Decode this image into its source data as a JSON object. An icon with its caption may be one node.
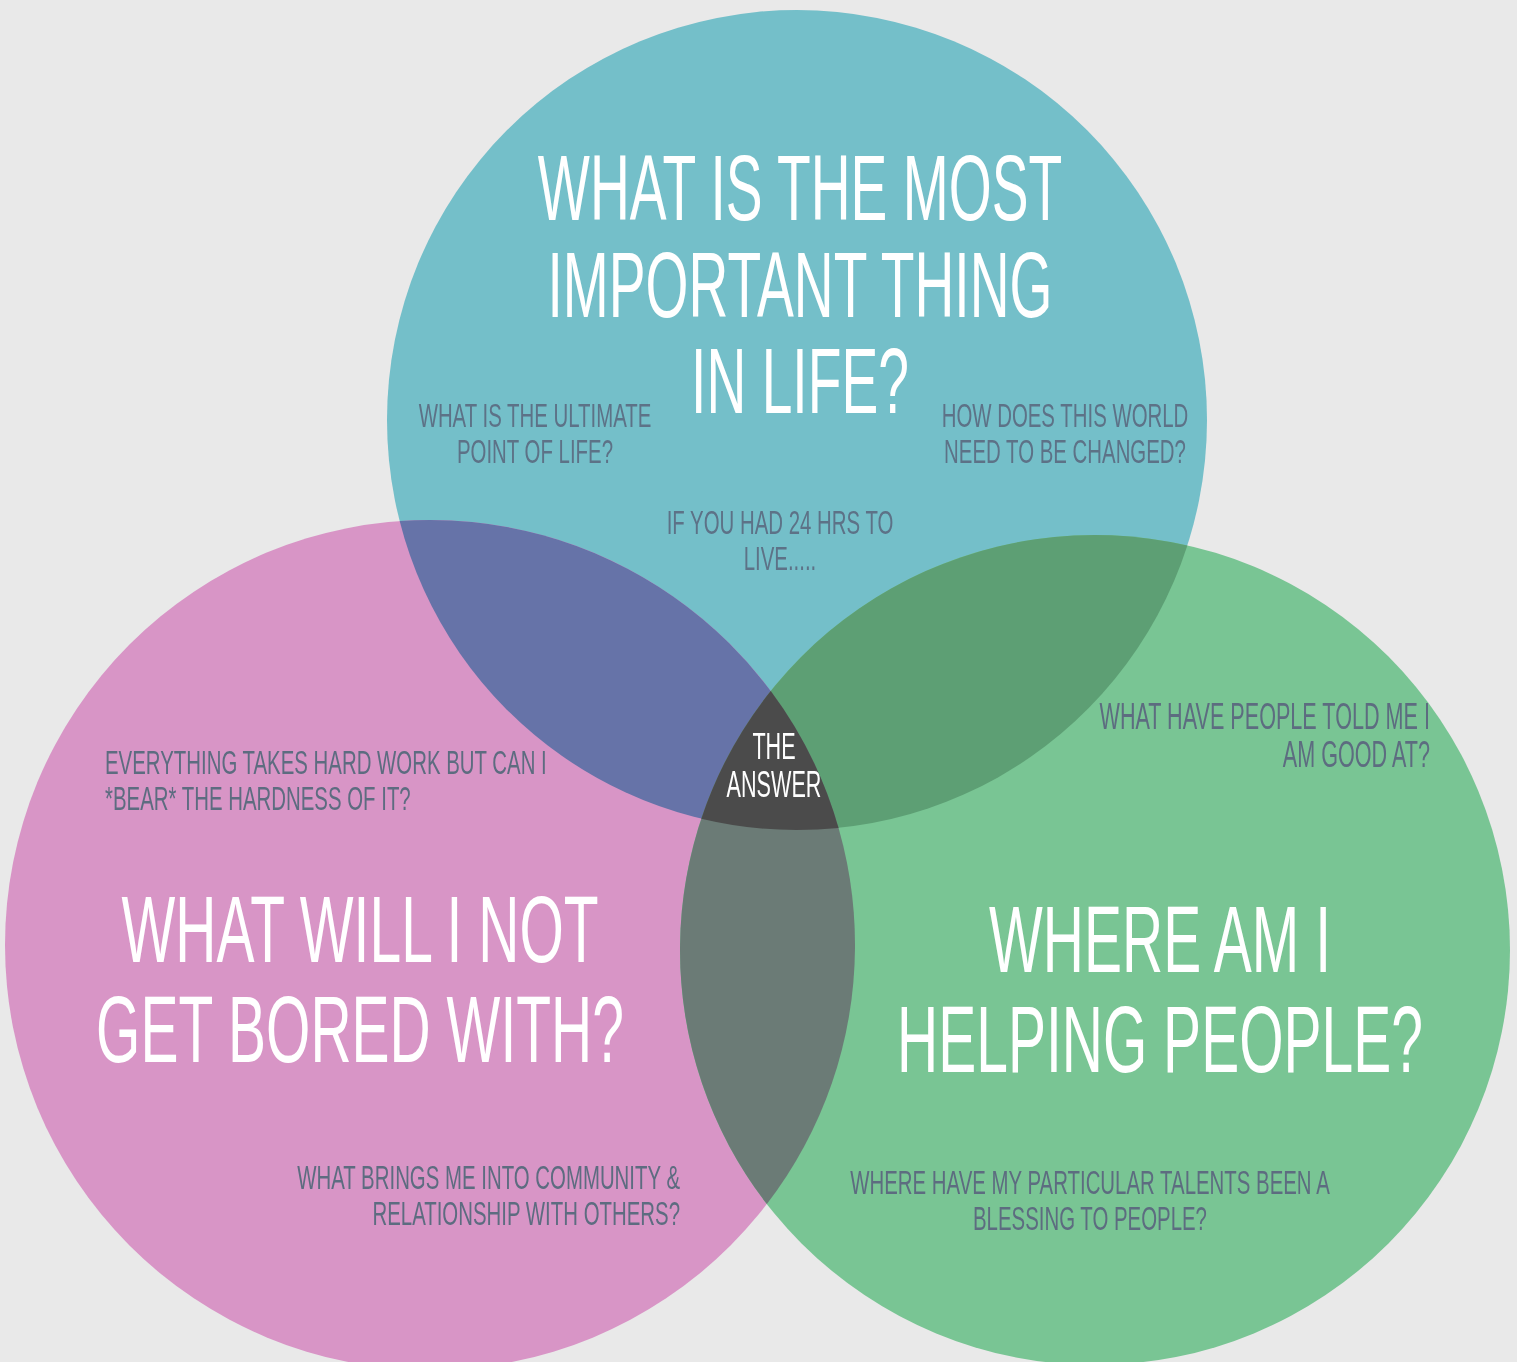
{
  "diagram": {
    "nodes": [
      {
        "text": [
          "WHAT IS THE MOST IMPORTANT THING IN LIFE?",
          "WHAT IS THE ULTIMATE POINT OF LIFE?",
          "HOW DOES THIS WORLD NEED TO BE CHANGED?",
          "IF YOU HAD 24 HRS TO LIVE....."
        ]
      },
      {
        "text": [
          "EVERYTHING TAKES HARD WORK BUT CAN I *BEAR* THE HARDNESS OF IT?",
          "WHAT WILL I NOT GET BORED WITH?",
          "WHAT BRINGS ME INTO COMMUNITY & RELATIONSHIP WITH OTHERS?"
        ]
      },
      {
        "text": [
          "WHAT HAVE PEOPLE TOLD ME I AM GOOD AT?",
          "WHERE AM I HELPING PEOPLE?",
          "WHERE HAVE MY PARTICULAR TALENTS BEEN A BLESSING TO PEOPLE?"
        ]
      },
      {
        "text": [
          "THE ANSWER"
        ]
      }
    ],
    "edges": []
  }
}
